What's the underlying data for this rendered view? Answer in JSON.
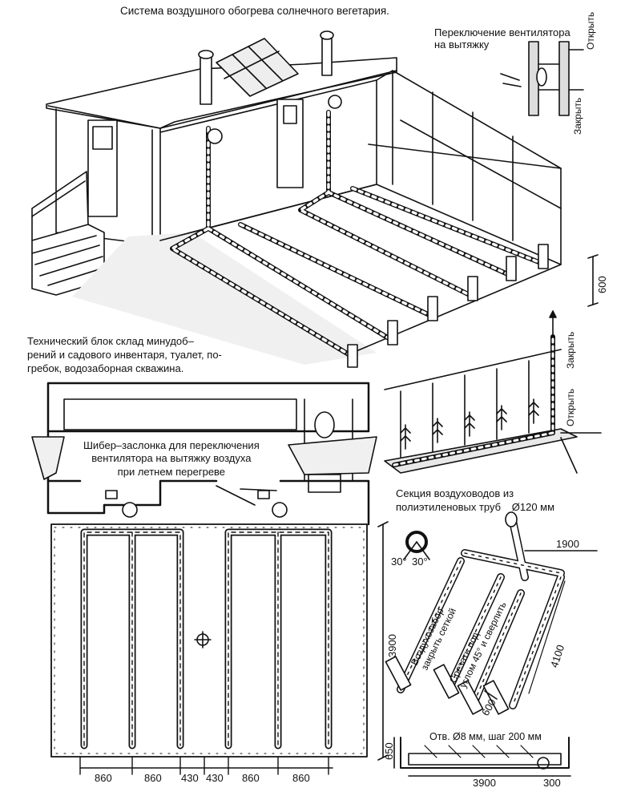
{
  "title": "Система воздушного обогрева солнечного вегетария.",
  "fan_switch": {
    "title_line1": "Переключение вентилятора",
    "title_line2": "на вытяжку",
    "open": "Открыть",
    "close": "Закрыть"
  },
  "height_dim": "600",
  "tech_block": {
    "line1": "Технический блок склад минудоб–",
    "line2": "рений и садового инвентаря, туалет, по-",
    "line3": "гребок, водозаборная скважина."
  },
  "section": {
    "close": "Закрыть",
    "open": "Открыть"
  },
  "damper": {
    "line1": "Шибер–заслонка для переключения",
    "line2": "вентилятора на вытяжку воздуха",
    "line3": "при летнем перегреве"
  },
  "pipes": {
    "line1": "Секция воздуховодов из",
    "line2": "полиэтиленовых труб",
    "diameter": "Ø120 мм"
  },
  "angles": {
    "left": "30°",
    "right": "30°"
  },
  "intake": {
    "line1": "Воздухозабор",
    "line2": "закрыть сеткой"
  },
  "cut": {
    "line1": "Срезать под",
    "line2": "углом 45° и сверлить"
  },
  "plan_dims": {
    "height": "3900",
    "bottom": [
      "860",
      "860",
      "430",
      "430",
      "860",
      "860"
    ],
    "bottom_left": "650"
  },
  "section_dims": {
    "width": "1900",
    "length": "4100",
    "small": "600"
  },
  "detail": {
    "holes": "Отв. Ø8 мм, шаг 200 мм",
    "length": "3900",
    "end": "300"
  }
}
